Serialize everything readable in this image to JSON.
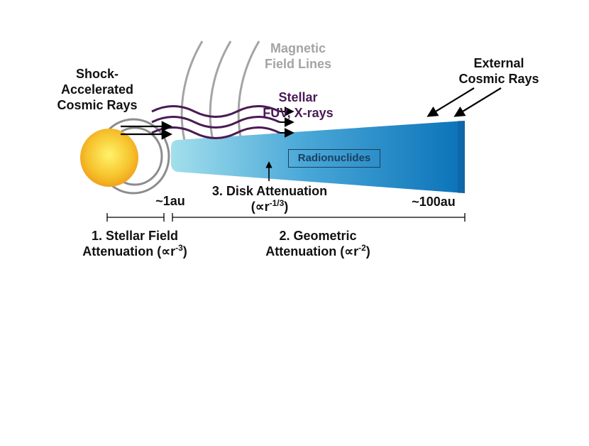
{
  "labels": {
    "shock_line1": "Shock-",
    "shock_line2": "Accelerated",
    "shock_line3": "Cosmic Rays",
    "magnetic_line1": "Magnetic",
    "magnetic_line2": "Field Lines",
    "stellar_line1": "Stellar",
    "stellar_line2": "FUV, X-rays",
    "external_line1": "External",
    "external_line2": "Cosmic Rays",
    "radionuclides": "Radionuclides",
    "disk_atten_line1": "3. Disk Attenuation",
    "disk_atten_prefix": "(∝r",
    "disk_atten_exp": "-1/3",
    "disk_atten_suffix": ")",
    "dist_1au": "~1au",
    "dist_100au": "~100au",
    "stellar_field_line1": "1. Stellar Field",
    "stellar_field_prefix": "Attenuation (∝r",
    "stellar_field_exp": "-3",
    "stellar_field_suffix": ")",
    "geometric_line1": "2. Geometric",
    "geometric_prefix": "Attenuation (∝r",
    "geometric_exp": "-2",
    "geometric_suffix": ")"
  },
  "colors": {
    "star_core": "#fff36a",
    "star_edge": "#f0a21c",
    "disk_inner": "#9fdcea",
    "disk_outer": "#0a72b8",
    "field_lines": "#a4a4a4",
    "stellar_waves": "#4a1a55",
    "arrows": "#000000"
  }
}
